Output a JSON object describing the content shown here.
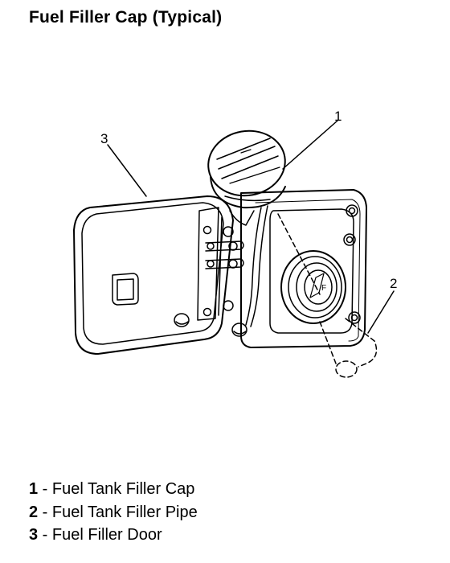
{
  "title": "Fuel Filler Cap (Typical)",
  "callouts": [
    "1",
    "2",
    "3"
  ],
  "legend": [
    {
      "number": "1",
      "sep": " - ",
      "label": "Fuel Tank Filler Cap"
    },
    {
      "number": "2",
      "sep": " - ",
      "label": "Fuel Tank Filler Pipe"
    },
    {
      "number": "3",
      "sep": " - ",
      "label": "Fuel Filler Door"
    }
  ]
}
